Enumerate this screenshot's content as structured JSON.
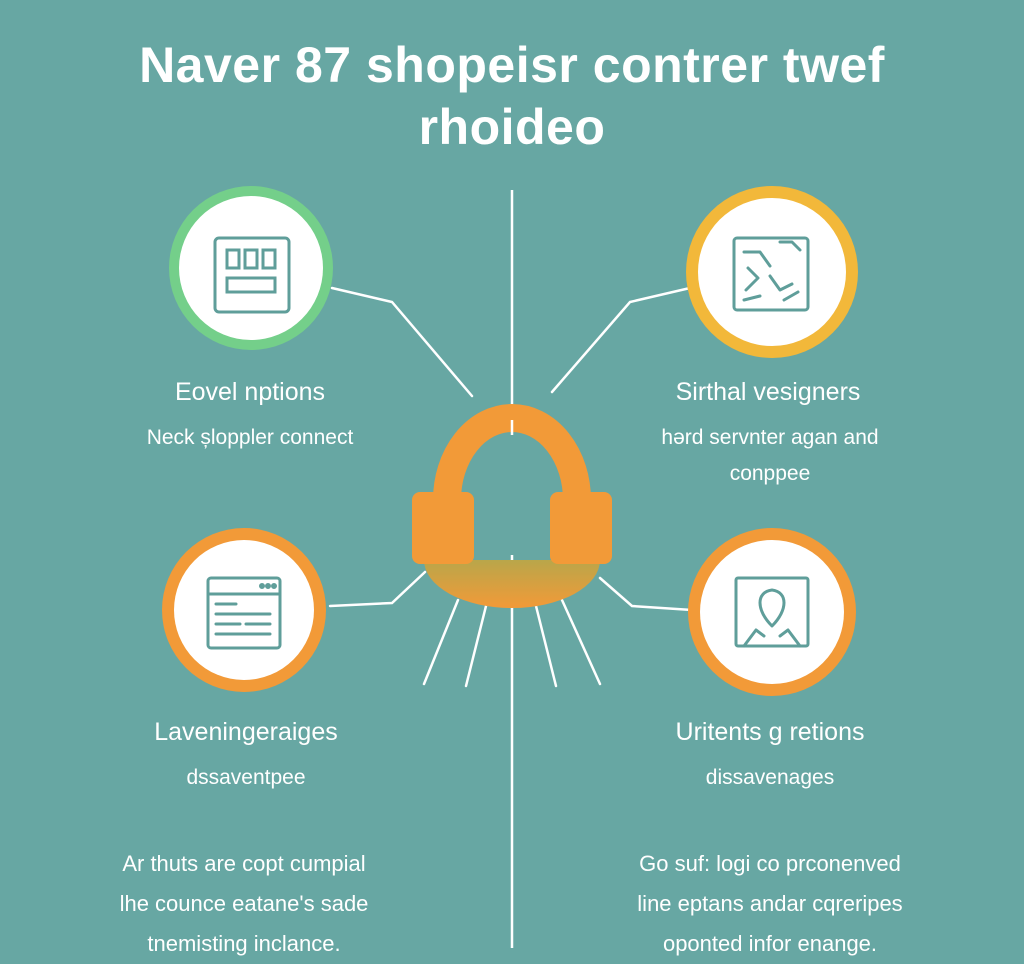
{
  "title": {
    "line1": "Naver 87 shopeisr contrer twef",
    "line2": "rhoideo"
  },
  "colors": {
    "background": "#67a7a3",
    "green": "#74cf8a",
    "yellow": "#f2b83a",
    "orange": "#f29a38",
    "icon_stroke": "#5f9e9a",
    "white": "#ffffff"
  },
  "center_icon": "headphones-icon",
  "nodes": {
    "top_left": {
      "icon": "keyboard-panel-icon",
      "ring": "green",
      "label": "Eovel nptions",
      "sub": [
        "Neck șloppler connect"
      ]
    },
    "top_right": {
      "icon": "circuit-map-icon",
      "ring": "yellow",
      "label": "Sirthal vesigners",
      "sub": [
        "hərd servnter agan and",
        "conppee"
      ]
    },
    "bottom_left": {
      "icon": "browser-window-icon",
      "ring": "orange",
      "label": "Laveningeraiges",
      "sub": [
        "dssaventpee"
      ]
    },
    "bottom_right": {
      "icon": "user-portrait-icon",
      "ring": "orange",
      "label": "Uritents g retions",
      "sub": [
        "dissavenages"
      ]
    }
  },
  "footer": {
    "left": [
      "Ar thuts are copt cumpial",
      "lhe counce eatane's sade",
      "tnemisting inclance."
    ],
    "right": [
      "Go suf: logi co prconenved",
      "line eptans andar cqreripes",
      "oponted infor enange."
    ]
  }
}
